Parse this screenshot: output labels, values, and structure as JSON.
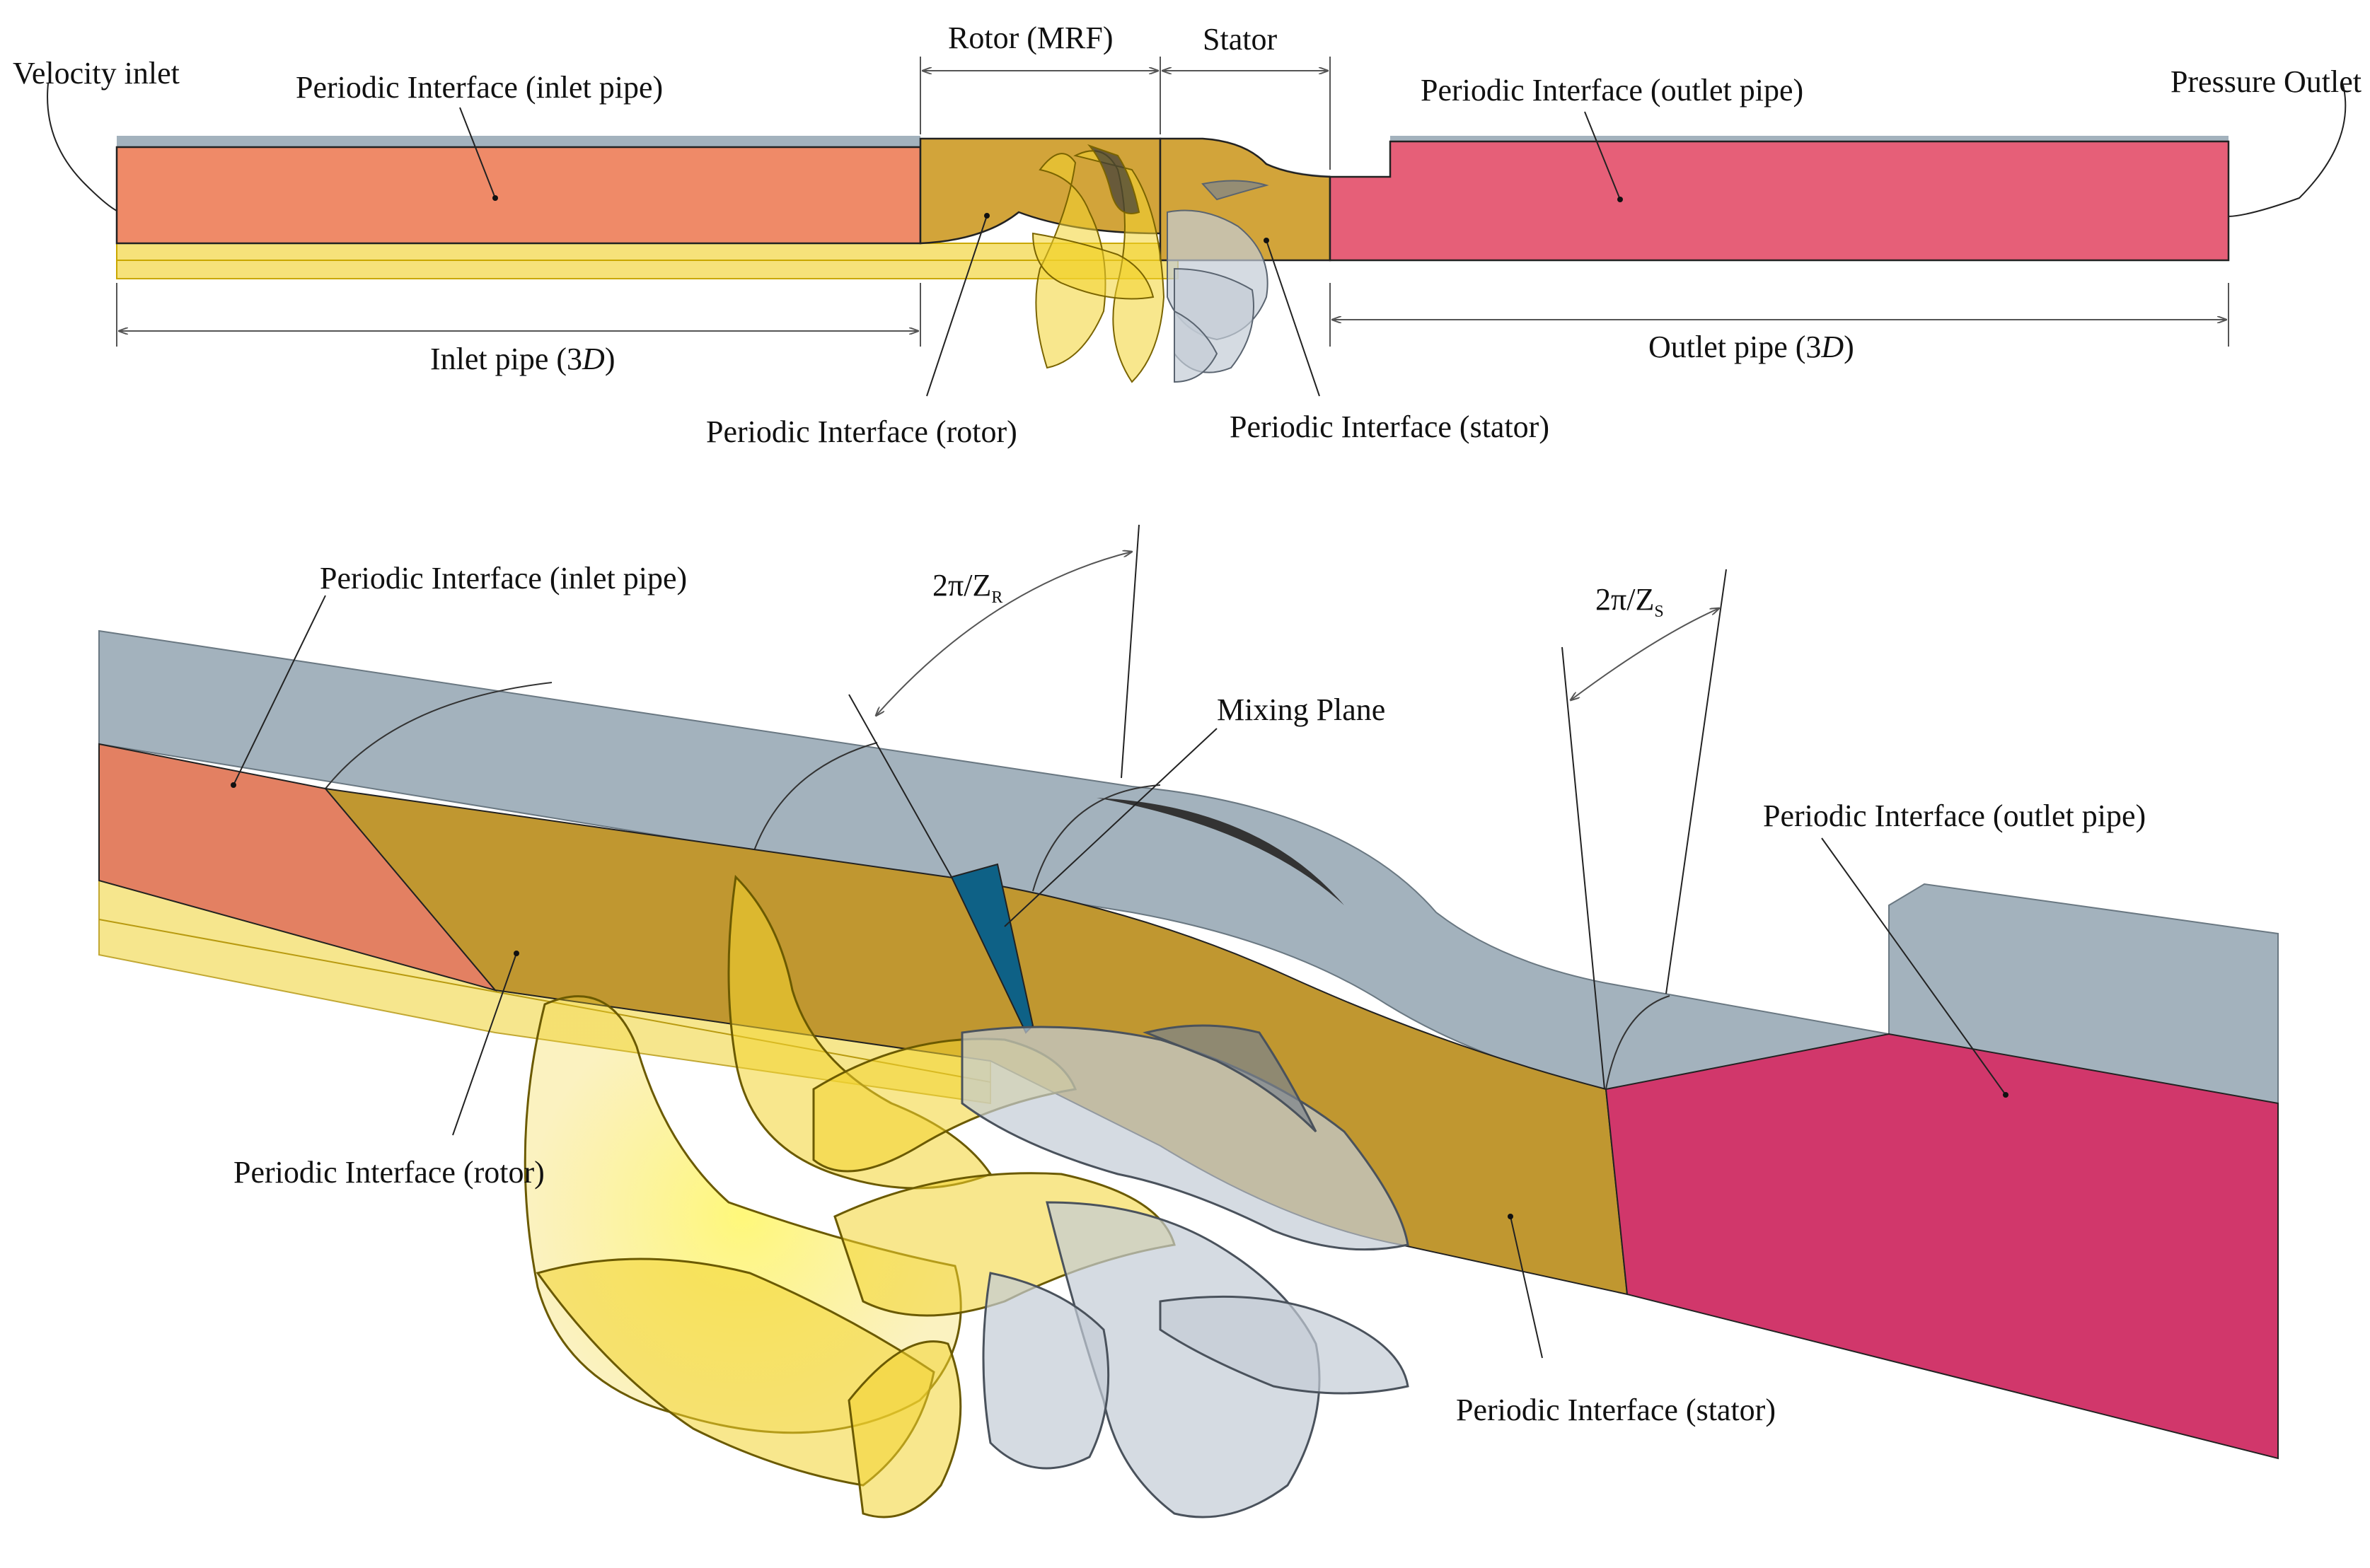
{
  "top_view": {
    "velocity_inlet": "Velocity inlet",
    "pressure_outlet": "Pressure Outlet",
    "pi_inlet_pipe": "Periodic Interface (inlet pipe)",
    "pi_outlet_pipe": "Periodic Interface (outlet pipe)",
    "rotor_mrf": "Rotor (MRF)",
    "stator": "Stator",
    "inlet_pipe_prefix": "Inlet pipe (3",
    "outlet_pipe_prefix": "Outlet pipe (3",
    "dim_var": "D",
    "dim_close": ")",
    "pi_rotor": "Periodic Interface (rotor)",
    "pi_stator": "Periodic Interface (stator)"
  },
  "iso_view": {
    "pi_inlet_pipe": "Periodic Interface (inlet pipe)",
    "angle_prefix": "2π/Z",
    "angle_rotor_sub": "R",
    "angle_stator_sub": "S",
    "mixing_plane": "Mixing Plane",
    "pi_outlet_pipe": "Periodic Interface (outlet pipe)",
    "pi_rotor": "Periodic Interface (rotor)",
    "pi_stator": "Periodic Interface (stator)"
  },
  "colors": {
    "inlet_pipe": "#ef8a68",
    "rotor_domain": "#d2a43a",
    "stator_domain": "#d2a43a",
    "outlet_pipe": "#e65f78",
    "wall": "#a3b2bd",
    "rotor_blade": "#f2d430",
    "stator_blade": "#c3ccd6",
    "mixing_plane": "#0e6186",
    "iso_inlet": "#e38062",
    "iso_domain": "#c09730",
    "iso_outlet": "#d1376b"
  }
}
